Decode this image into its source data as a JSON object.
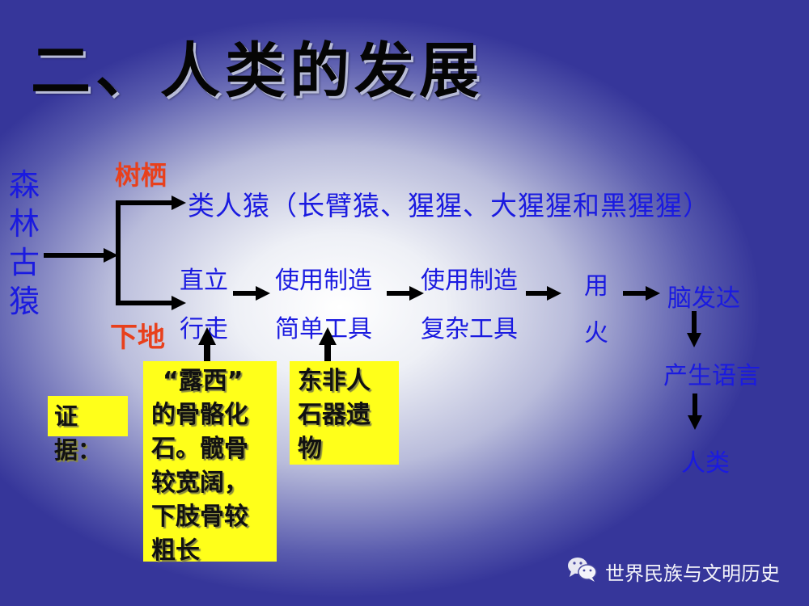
{
  "title": "二、人类的发展",
  "source": {
    "text": "森林古猿"
  },
  "branches": {
    "upper_label": "树栖",
    "lower_label": "下地",
    "upper_result": "类人猿（长臂猿、猩猩、大猩猩和黑猩猩）"
  },
  "flow": [
    {
      "line1": "直立",
      "line2": "行走"
    },
    {
      "line1": "使用制造",
      "line2": "简单工具"
    },
    {
      "line1": "使用制造",
      "line2": "复杂工具"
    },
    {
      "line1": "用",
      "line2": "火"
    },
    {
      "line1": "脑发达"
    }
  ],
  "vertical_flow": [
    "产生语言",
    "人类"
  ],
  "evidence": {
    "label": "证据：",
    "box1": [
      "“露西”",
      "的骨骼化",
      "石。髋骨",
      "较宽阔，",
      "下肢骨较",
      "粗长"
    ],
    "box2": [
      "东非人",
      "石器遗",
      "物"
    ]
  },
  "colors": {
    "text_blue": "#1a1ae0",
    "label_red": "#e8401c",
    "evidence_yellow": "#ffff1a",
    "bg_dark": "#36369a"
  },
  "watermark": {
    "icon": "wechat-icon",
    "text": "世界民族与文明历史"
  }
}
